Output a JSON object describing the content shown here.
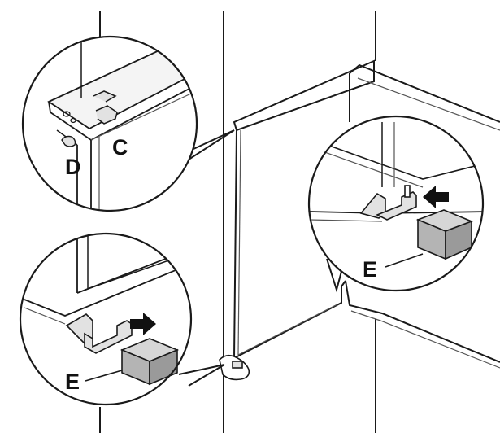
{
  "labels": {
    "c": "C",
    "d": "D",
    "e_right": "E",
    "e_left": "E"
  },
  "colors": {
    "line": "#1a1a1a",
    "mid_line": "#555555",
    "light_fill": "#f4f4f4",
    "metal_fill": "#e2e2e2",
    "block_top": "#d6d6d6",
    "block_front": "#b4b4b4",
    "block_side": "#9a9a9a",
    "arrow": "#111111"
  },
  "icons": {
    "push_arrow_right": "arrow-left-icon",
    "push_arrow_left": "arrow-right-icon"
  }
}
